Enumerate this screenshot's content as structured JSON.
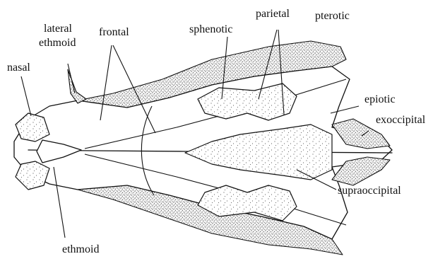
{
  "labels": {
    "nasal": "nasal",
    "lateral_ethmoid_line1": "lateral",
    "lateral_ethmoid_line2": "ethmoid",
    "frontal": "frontal",
    "sphenotic": "sphenotic",
    "parietal": "parietal",
    "pterotic": "pterotic",
    "epiotic": "epiotic",
    "exoccipital": "exoccipital",
    "supraoccipital": "supraoccipital",
    "ethmoid": "ethmoid"
  }
}
